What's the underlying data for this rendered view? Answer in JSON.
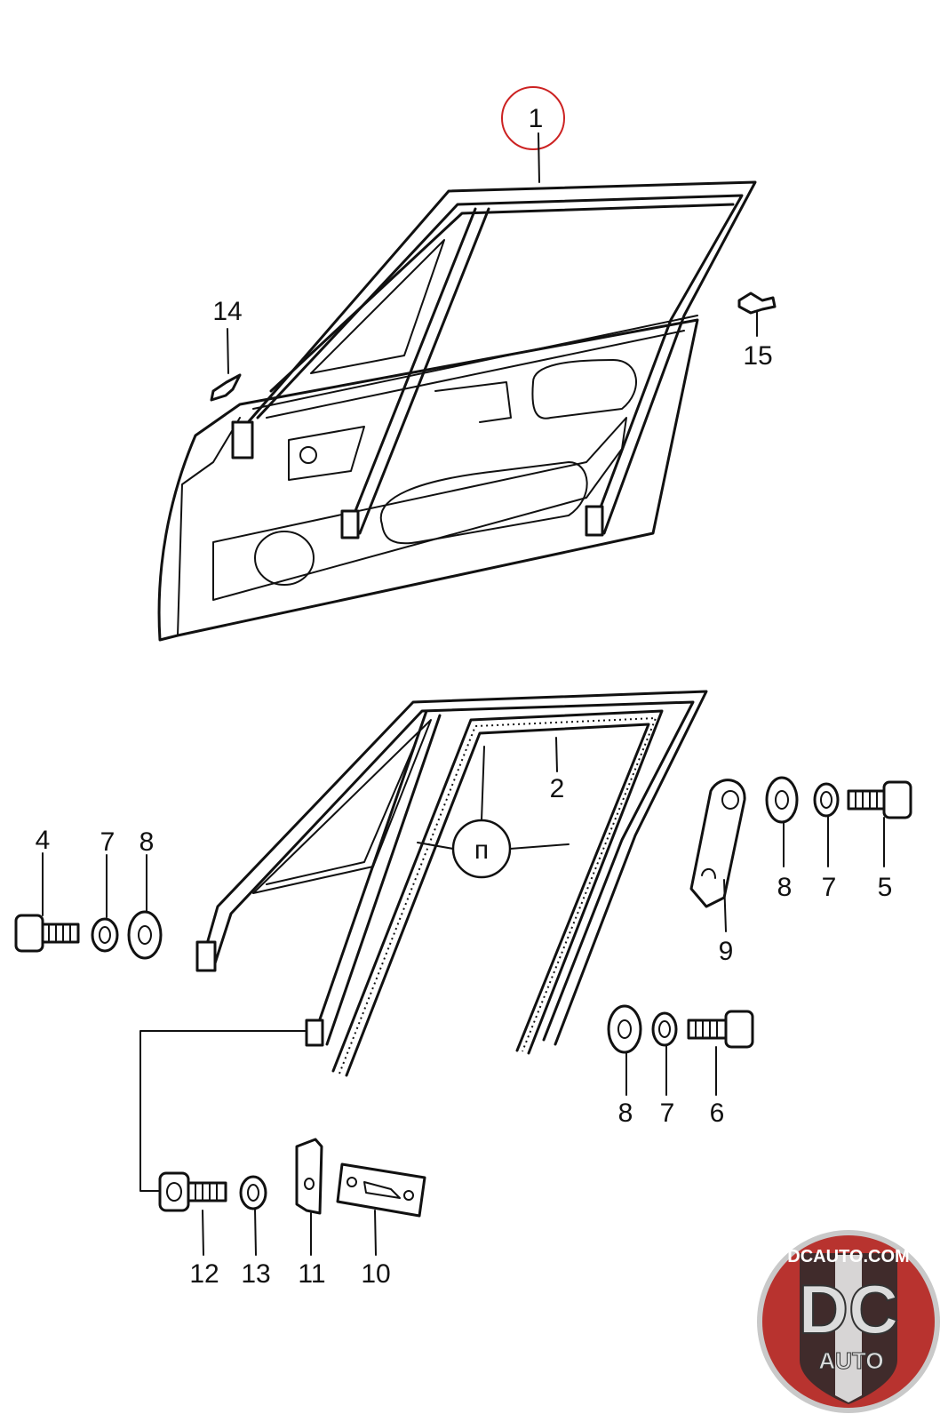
{
  "callouts": {
    "c1": "1",
    "c2": "2",
    "c4": "4",
    "c5": "5",
    "c6": "6",
    "c7a": "7",
    "c7b": "7",
    "c7c": "7",
    "c8a": "8",
    "c8b": "8",
    "c8c": "8",
    "c9": "9",
    "c10": "10",
    "c11": "11",
    "c12": "12",
    "c13": "13",
    "c14": "14",
    "c15": "15",
    "pi_symbol": "п"
  },
  "logo": {
    "site": "DCAUTO.COM",
    "letters": "DC",
    "word": "AUTO"
  },
  "colors": {
    "highlight_circle": "#cc2222",
    "logo_red": "#b8332f",
    "logo_silver": "#c9c9c9",
    "logo_dark": "#2a2a2a"
  }
}
